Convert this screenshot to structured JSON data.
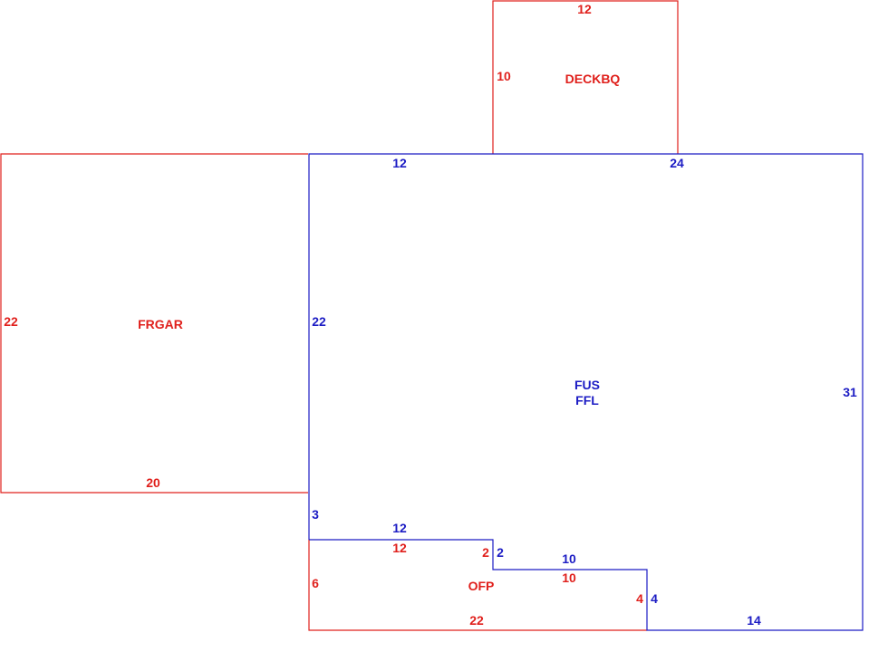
{
  "colors": {
    "red": "#e0201c",
    "blue": "#1c1cc4"
  },
  "areas": {
    "deck": {
      "name": "DECKBQ",
      "dims": {
        "top": "12",
        "left": "10"
      }
    },
    "garage": {
      "name": "FRGAR",
      "dims": {
        "left": "22",
        "bottom": "20"
      }
    },
    "house": {
      "name1": "FUS",
      "name2": "FFL",
      "dims": {
        "top_a": "12",
        "top_b": "24",
        "left": "22",
        "right": "31",
        "small_left": "3",
        "step1_width": "12",
        "step1_height": "2",
        "step2_width": "10",
        "step2_height": "4",
        "bottom": "14"
      }
    },
    "porch": {
      "name": "OFP",
      "dims": {
        "top": "12",
        "step_height": "2",
        "step_width": "10",
        "right": "4",
        "left": "6",
        "bottom": "22"
      }
    }
  }
}
